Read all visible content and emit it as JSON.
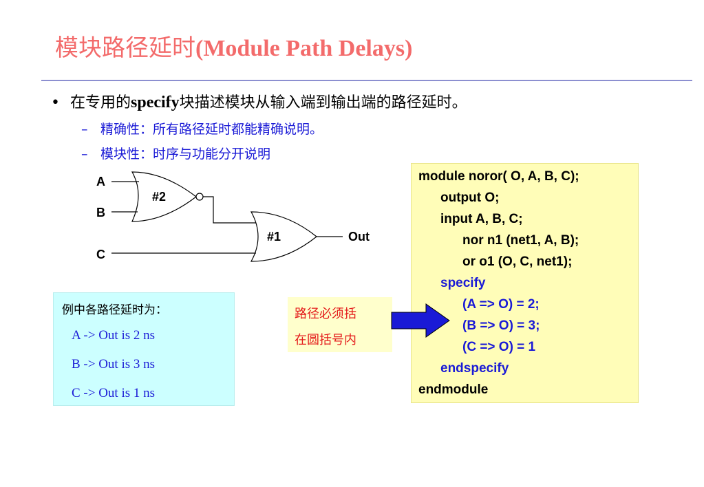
{
  "title": {
    "zh": "模块路径延时",
    "en": "(Module Path Delays)"
  },
  "bullet": {
    "marker": "•",
    "pre": "在专用的",
    "keyword": "specify",
    "post": "块描述模块从输入端到输出端的路径延时。"
  },
  "subs": [
    {
      "dash": "–",
      "text": "精确性：所有路径延时都能精确说明。"
    },
    {
      "dash": "–",
      "text": "模块性：时序与功能分开说明"
    }
  ],
  "circuit": {
    "inputs": [
      "A",
      "B",
      "C"
    ],
    "gate1_label": "#2",
    "gate2_label": "#1",
    "output": "Out"
  },
  "code": {
    "lines": [
      {
        "text": "module noror( O, A, B, C);",
        "indent": 0,
        "blue": false
      },
      {
        "text": "output O;",
        "indent": 1,
        "blue": false
      },
      {
        "text": "input A, B, C;",
        "indent": 1,
        "blue": false
      },
      {
        "text": "nor n1 (net1, A, B);",
        "indent": 2,
        "blue": false
      },
      {
        "text": "or o1 (O, C, net1);",
        "indent": 2,
        "blue": false
      },
      {
        "text": "specify",
        "indent": 1,
        "blue": true
      },
      {
        "text": "(A => O) = 2;",
        "indent": 2,
        "blue": true
      },
      {
        "text": "(B => O) = 3;",
        "indent": 2,
        "blue": true
      },
      {
        "text": "(C => O) = 1",
        "indent": 2,
        "blue": true
      },
      {
        "text": "endspecify",
        "indent": 1,
        "blue": true
      },
      {
        "text": "endmodule",
        "indent": 0,
        "blue": false
      }
    ]
  },
  "paths": {
    "heading": "例中各路径延时为：",
    "rows": [
      "A -> Out is 2 ns",
      "B -> Out is 3 ns",
      "C -> Out is 1 ns"
    ]
  },
  "note": {
    "line1": "路径必须括",
    "line2": "在圆括号内"
  },
  "colors": {
    "title": "#f36b6b",
    "blue": "#1a1ad6",
    "code_bg": "#fffdb8",
    "paths_bg": "#ccffff",
    "note_bg": "#ffffcc",
    "note_text": "#e41b1b"
  }
}
